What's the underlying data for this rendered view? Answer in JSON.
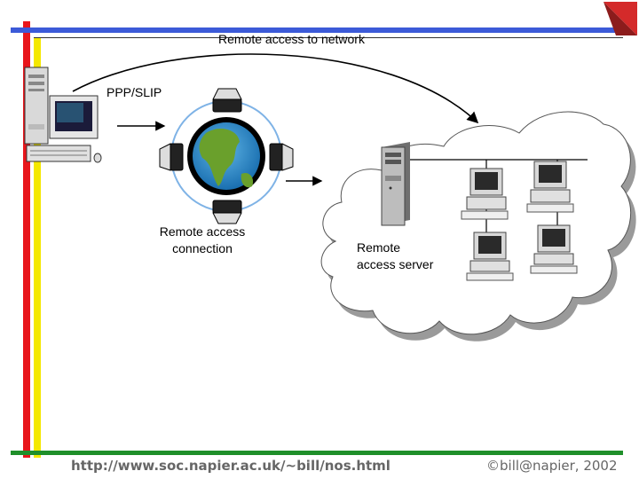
{
  "title": "Remote access to network",
  "labels": {
    "protocol": "PPP/SLIP",
    "connection": "Remote access\nconnection",
    "server": "Remote\naccess server"
  },
  "footer": {
    "url": "http://www.soc.napier.ac.uk/~bill/nos.html",
    "copyright": "©bill@napier, 2002"
  },
  "colors": {
    "red_bar": "#e8161c",
    "yellow_bar": "#f4e800",
    "blue_bar": "#3c5ad8",
    "green_bar": "#1f8f2a",
    "corner_triangle": "#d42a2a"
  },
  "icons": [
    "remote-pc-icon",
    "globe-icon",
    "modem-icon",
    "cloud-icon",
    "server-tower-icon",
    "workstation-icon"
  ]
}
